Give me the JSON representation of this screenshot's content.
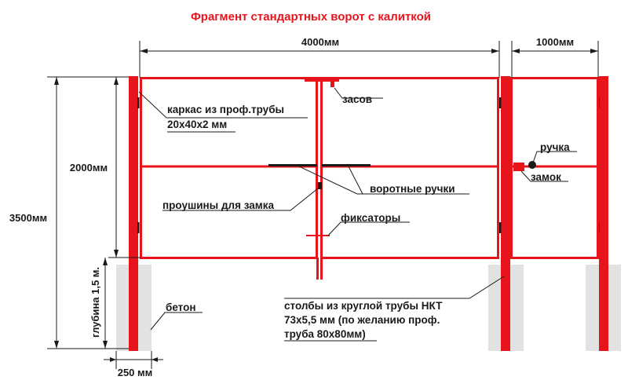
{
  "title": "Фрагмент стандартных ворот с калиткой",
  "dimensions": {
    "gate_width": "4000мм",
    "wicket_width": "1000мм",
    "gate_height": "2000мм",
    "total_height": "3500мм",
    "depth": "глубина 1,5 м.",
    "post_width": "250 мм"
  },
  "labels": {
    "frame_line1": "каркас из проф.трубы",
    "frame_line2": "20х40х2 мм",
    "bolt": "засов",
    "handle": "ручка",
    "lock": "замок",
    "gate_handles": "воротные ручки",
    "lock_eyelets": "проушины для замка",
    "latches": "фиксаторы",
    "concrete": "бетон",
    "posts_line1": "столбы из круглой трубы НКТ",
    "posts_line2": "73х5,5 мм (по желанию проф.",
    "posts_line3": "труба 80х80мм)"
  },
  "colors": {
    "frame": "#e8141c",
    "concrete": "#e2e2e2",
    "ink": "#1a1a1a",
    "title": "#e8141c"
  }
}
